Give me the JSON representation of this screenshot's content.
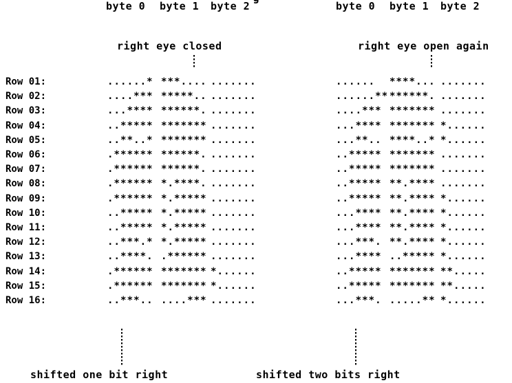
{
  "top_fragment": "g",
  "left": {
    "headers": [
      "byte 0",
      "byte 1",
      "byte 2"
    ],
    "caption_top": "right eye closed",
    "caption_bottom": "shifted one bit right",
    "rows": [
      [
        "......*",
        "***....",
        "......."
      ],
      [
        "....***",
        "*****..",
        "......."
      ],
      [
        "...****",
        "******.",
        "......."
      ],
      [
        "..*****",
        "*******",
        "......."
      ],
      [
        "..**..*",
        "*******",
        "......."
      ],
      [
        ".******",
        "******.",
        "......."
      ],
      [
        ".******",
        "******.",
        "......."
      ],
      [
        ".******",
        "*.****.",
        "......."
      ],
      [
        ".******",
        "*.*****",
        "......."
      ],
      [
        "..*****",
        "*.*****",
        "......."
      ],
      [
        "..*****",
        "*.*****",
        "......."
      ],
      [
        "..***.*",
        "*.*****",
        "......."
      ],
      [
        "..****.",
        ".******",
        "......."
      ],
      [
        ".******",
        "*******",
        "*......"
      ],
      [
        ".******",
        "*******",
        "*......"
      ],
      [
        "..***..",
        "....***",
        "......."
      ]
    ]
  },
  "right": {
    "headers": [
      "byte 0",
      "byte 1",
      "byte 2"
    ],
    "caption_top": "right eye open again",
    "caption_bottom": "shifted two bits right",
    "rows": [
      [
        "......",
        "****...",
        "......."
      ],
      [
        "......**",
        "******.",
        "......."
      ],
      [
        "....***",
        "*******",
        "......."
      ],
      [
        "...****",
        "*******",
        "*......"
      ],
      [
        "...**..",
        "****..*",
        "*......"
      ],
      [
        "..*****",
        "*******",
        "......."
      ],
      [
        "..*****",
        "*******",
        "......."
      ],
      [
        "..*****",
        "**.****",
        "......."
      ],
      [
        "..*****",
        "**.****",
        "*......"
      ],
      [
        "...****",
        "**.****",
        "*......"
      ],
      [
        "...****",
        "**.****",
        "*......"
      ],
      [
        "...***.",
        "**.****",
        "*......"
      ],
      [
        "...****",
        "..*****",
        "*......"
      ],
      [
        "..*****",
        "*******",
        "**....."
      ],
      [
        "..*****",
        "*******",
        "**....."
      ],
      [
        "...***.",
        ".....**",
        "*......"
      ]
    ]
  },
  "row_labels": [
    "Row 01:",
    "Row 02:",
    "Row 03:",
    "Row 04:",
    "Row 05:",
    "Row 06:",
    "Row 07:",
    "Row 08:",
    "Row 09:",
    "Row 10:",
    "Row 11:",
    "Row 12:",
    "Row 13:",
    "Row 14:",
    "Row 15:",
    "Row 16:"
  ]
}
